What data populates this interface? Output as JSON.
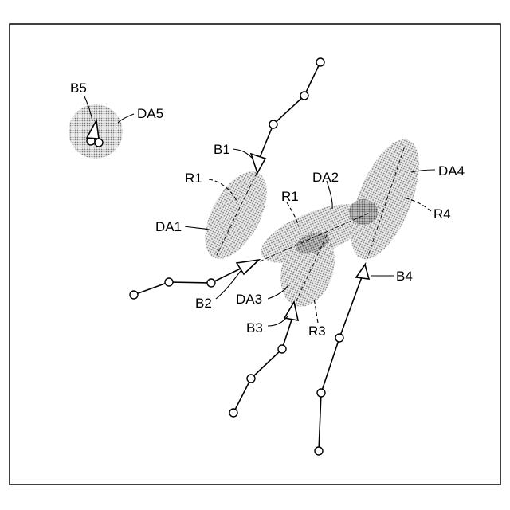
{
  "figure": {
    "labels": {
      "B1": "B1",
      "B2": "B2",
      "B3": "B3",
      "B4": "B4",
      "B5": "B5",
      "DA1": "DA1",
      "DA2": "DA2",
      "DA3": "DA3",
      "DA4": "DA4",
      "DA5": "DA5",
      "R1_a": "R1",
      "R1_b": "R1",
      "R3": "R3",
      "R4": "R4"
    },
    "colors": {
      "stroke": "#000000",
      "region_fill": "#b8b8b8",
      "background": "#ffffff"
    }
  }
}
